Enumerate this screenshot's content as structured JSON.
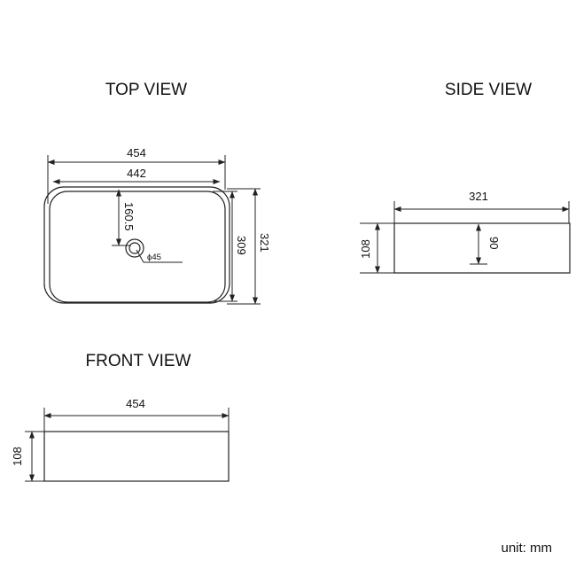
{
  "titles": {
    "top_view": "TOP VIEW",
    "side_view": "SIDE VIEW",
    "front_view": "FRONT VIEW"
  },
  "top_view": {
    "outer_width": "454",
    "inner_width": "442",
    "drain_offset": "160.5",
    "inner_depth": "309",
    "outer_depth": "321",
    "drain_diameter": "ϕ45"
  },
  "side_view": {
    "width": "321",
    "height": "108",
    "inner_depth": "90"
  },
  "front_view": {
    "width": "454",
    "height": "108"
  },
  "unit": "unit: mm"
}
